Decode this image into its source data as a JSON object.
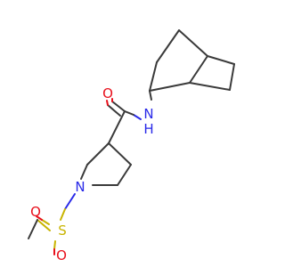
{
  "atoms": {
    "O_carbonyl": {
      "symbol": "O",
      "color": "#e8101c"
    },
    "NH_amide": {
      "symbol": "N",
      "h_symbol": "H",
      "color": "#2a2ae8"
    },
    "N_ring": {
      "symbol": "N",
      "color": "#2a2ae8"
    },
    "S_sulfonyl": {
      "symbol": "S",
      "color": "#c8b400"
    },
    "O_sulfonyl_left": {
      "symbol": "O",
      "color": "#e8101c"
    },
    "O_sulfonyl_bottom": {
      "symbol": "O",
      "color": "#e8101c"
    }
  }
}
